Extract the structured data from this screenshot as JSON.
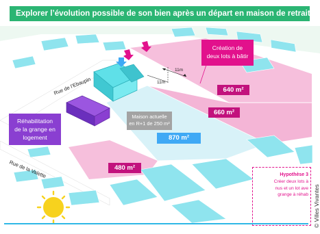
{
  "header": {
    "title": "Explorer l’évolution possible de son bien après un départ en maison de retraite"
  },
  "callouts": {
    "creation_line1": "Création de",
    "creation_line2": "deux lots à bâtir",
    "rehab_line1": "Réhabilitation",
    "rehab_line2": "de la grange en",
    "rehab_line3": "logement",
    "maison_line1": "Maison actuelle",
    "maison_line2": "en R+1 de 250 m²"
  },
  "lots": {
    "lot_640": "640 m²",
    "lot_660": "660 m²",
    "lot_480": "480 m²",
    "lot_870": "870 m²"
  },
  "streets": {
    "ebaupin": "Rue de l’Ebaupin",
    "valette": "Rue de la Valette"
  },
  "dimensions": {
    "dim_a": "11m",
    "dim_b": "11m"
  },
  "hypothesis": {
    "title": "Hypothèse 3",
    "line1": "Créer deux lots à",
    "line2": "nus et un lot ave",
    "line3": "grange à réhab"
  },
  "credit": "© Villes Vivantes",
  "colors": {
    "header_green": "#2bb573",
    "magenta": "#e2118c",
    "purple": "#8a3fd1",
    "pink_lot": "#f5b8d8",
    "light_blue_lot": "#d8f2f8",
    "building_cyan": "#5fe0e8",
    "sun_yellow": "#f7d21e"
  }
}
